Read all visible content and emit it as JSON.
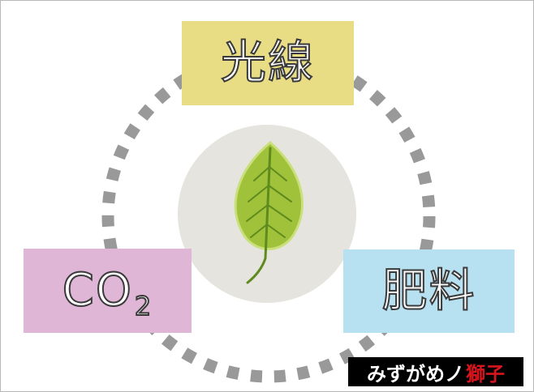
{
  "boxes": {
    "light": {
      "label": "光線",
      "color": "#e8dc85"
    },
    "co2": {
      "label": "CO",
      "subscript": "2",
      "color": "#e0b6d6"
    },
    "fertilizer": {
      "label": "肥料",
      "color": "#b7e0f1"
    }
  },
  "center": {
    "icon": "leaf-icon",
    "circle_color": "#e6e4de",
    "leaf_color": "#9fc23a"
  },
  "ring": {
    "color": "#999999",
    "style": "dashed"
  },
  "brand": {
    "main": "みずがめノ",
    "accent": "獅子",
    "accent_color": "#d8141e"
  }
}
